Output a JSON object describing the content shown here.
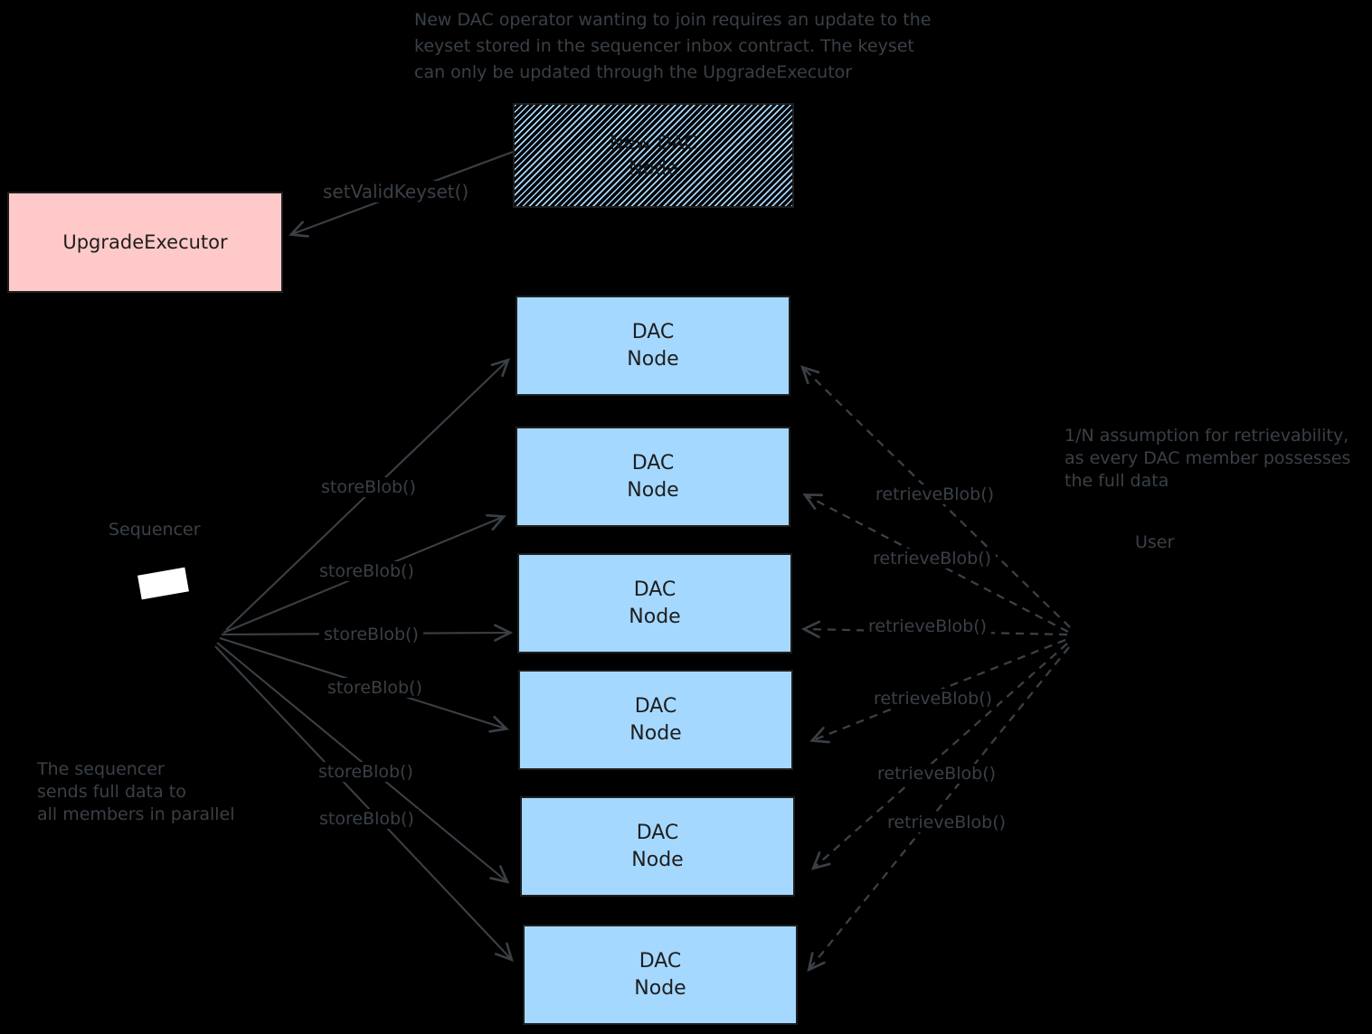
{
  "diagram": {
    "background": "#000000",
    "colors": {
      "dac_node_fill": "#a5d8ff",
      "upgrade_executor_fill": "#ffc9c9",
      "box_stroke": "#1e1e1e",
      "annotation": "#3a4046"
    },
    "notes": {
      "top": [
        "New DAC operator wanting to join requires an update to the",
        "keyset stored in the sequencer inbox contract. The keyset",
        "can only be updated through the UpgradeExecutor"
      ],
      "retrievability": [
        "1/N assumption for retrievability,",
        "as every DAC member possesses",
        "the full data"
      ],
      "sequencer_parallel": [
        "The sequencer",
        "sends full data to",
        "all members in parallel"
      ]
    },
    "actors": {
      "sequencer": "Sequencer",
      "user": "User"
    },
    "boxes": {
      "upgrade_executor": "UpgradeExecutor",
      "new_dac_node": {
        "line1": "New DAC",
        "line2": "Node"
      },
      "dac_nodes": [
        {
          "line1": "DAC",
          "line2": "Node"
        },
        {
          "line1": "DAC",
          "line2": "Node"
        },
        {
          "line1": "DAC",
          "line2": "Node"
        },
        {
          "line1": "DAC",
          "line2": "Node"
        },
        {
          "line1": "DAC",
          "line2": "Node"
        },
        {
          "line1": "DAC",
          "line2": "Node"
        }
      ]
    },
    "edge_labels": {
      "set_valid_keyset": "setValidKeyset()",
      "store_blob": [
        "storeBlob()",
        "storeBlob()",
        "storeBlob()",
        "storeBlob()",
        "storeBlob()",
        "storeBlob()"
      ],
      "retrieve_blob": [
        "retrieveBlob()",
        "retrieveBlob()",
        "retrieveBlob()",
        "retrieveBlob()",
        "retrieveBlob()",
        "retrieveBlob()"
      ]
    }
  }
}
